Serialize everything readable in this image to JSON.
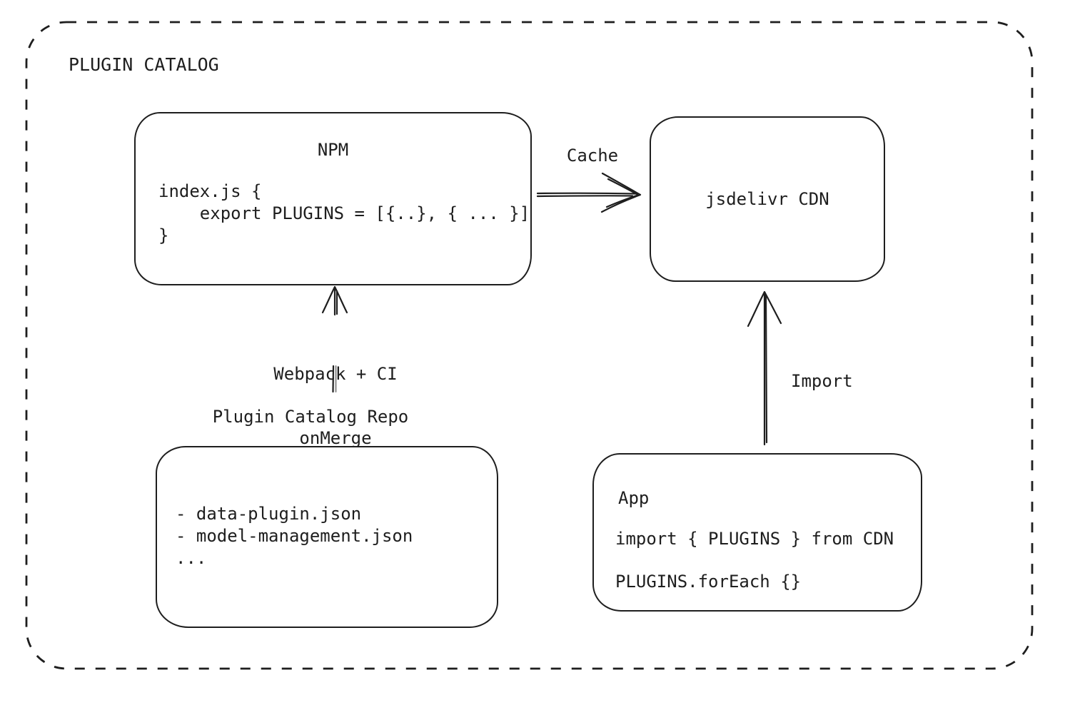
{
  "colors": {
    "stroke": "#1e1e1e",
    "background": "#ffffff",
    "muted_stroke": "#8a8a8a"
  },
  "frame": {
    "title": "PLUGIN CATALOG"
  },
  "nodes": {
    "npm": {
      "title": "NPM",
      "code_lines": [
        "index.js {",
        "    export PLUGINS = [{..}, { ... }]",
        "}"
      ]
    },
    "cdn": {
      "title": "jsdelivr CDN"
    },
    "repo": {
      "label": "Plugin Catalog Repo",
      "file_lines": [
        "- data-plugin.json",
        "- model-management.json",
        "..."
      ]
    },
    "app": {
      "title": "App",
      "code_lines": [
        "import { PLUGINS } from CDN",
        "PLUGINS.forEach {}"
      ]
    }
  },
  "edges": {
    "cache": {
      "label": "Cache",
      "from": "NPM",
      "to": "jsdelivr CDN"
    },
    "build": {
      "label_line1": "Webpack + CI",
      "label_line2": "onMerge",
      "from": "Plugin Catalog Repo",
      "to": "NPM"
    },
    "import": {
      "label": "Import",
      "from": "App",
      "to": "jsdelivr CDN"
    }
  }
}
